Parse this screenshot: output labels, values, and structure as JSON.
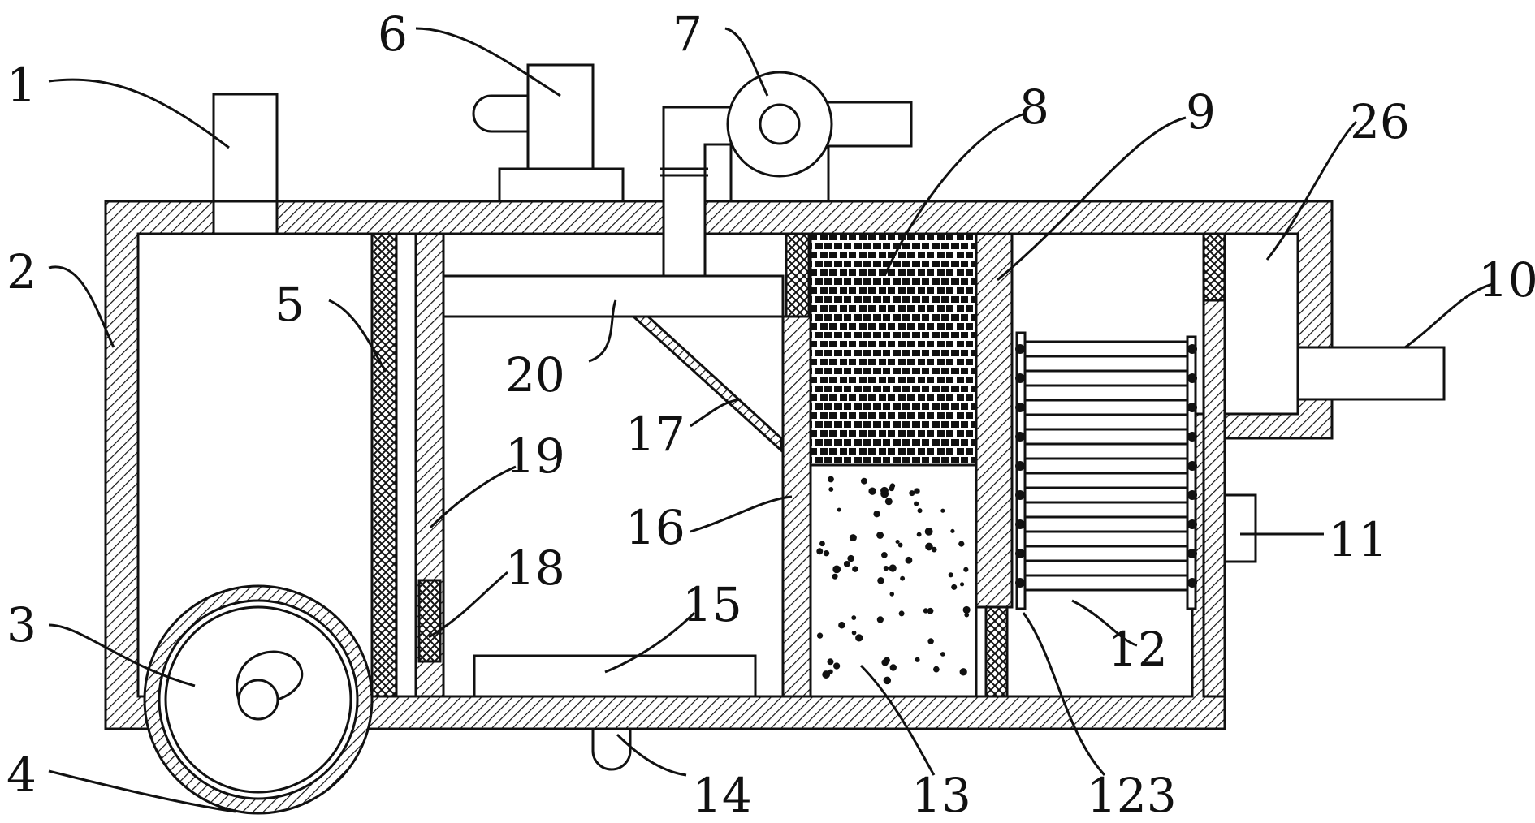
{
  "labels": {
    "l1": "1",
    "l2": "2",
    "l3": "3",
    "l4": "4",
    "l5": "5",
    "l6": "6",
    "l7": "7",
    "l8": "8",
    "l9": "9",
    "l10": "10",
    "l11": "11",
    "l12": "12",
    "l13": "13",
    "l14": "14",
    "l15": "15",
    "l16": "16",
    "l17": "17",
    "l18": "18",
    "l19": "19",
    "l20": "20",
    "l26": "26",
    "l123": "123"
  }
}
